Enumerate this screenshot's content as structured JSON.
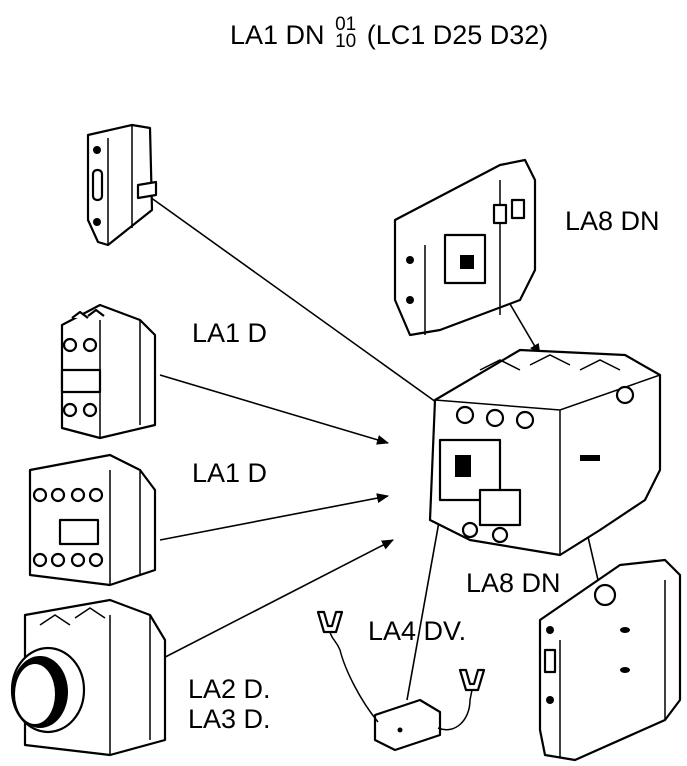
{
  "title": {
    "prefix": "LA1 DN",
    "fraction_top": "01",
    "fraction_bottom": "10",
    "suffix": "(LC1 D25 D32)"
  },
  "labels": {
    "la8_top": "LA8 DN",
    "la1_d_1": "LA1 D",
    "la1_d_2": "LA1 D",
    "la8_bottom": "LA8 DN",
    "la4": "LA4 DV.",
    "la2": "LA2 D.",
    "la3": "LA3 D."
  }
}
